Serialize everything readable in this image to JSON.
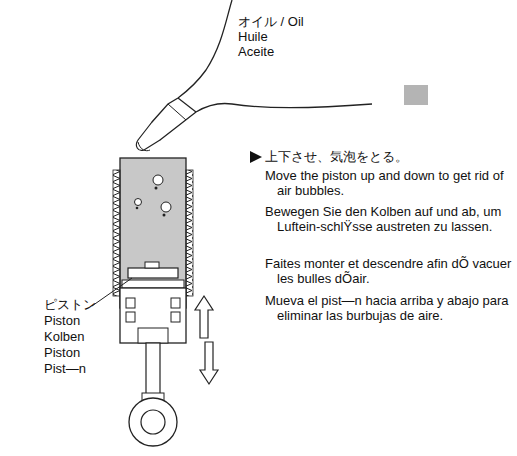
{
  "diagram": {
    "nodes": [
      {
        "text": [
          "オイル / Oil",
          "Huile",
          "Aceite"
        ]
      }
    ],
    "labels": [
      "ピストン",
      "Piston",
      "Kolben",
      "Piston",
      "Pist—n",
      "上下させ、気泡をとる。",
      "Move the piston up and down to get rid of air bubbles.",
      "Bewegen Sie den Kolben auf und ab, um Luftein-schlŸsse austreten zu lassen.",
      "Faites monter et descendre afin dÕ vacuer les bulles dÕair.",
      "Mueva el pist—n hacia arriba y abajo para eliminar las burbujas de aire."
    ]
  }
}
